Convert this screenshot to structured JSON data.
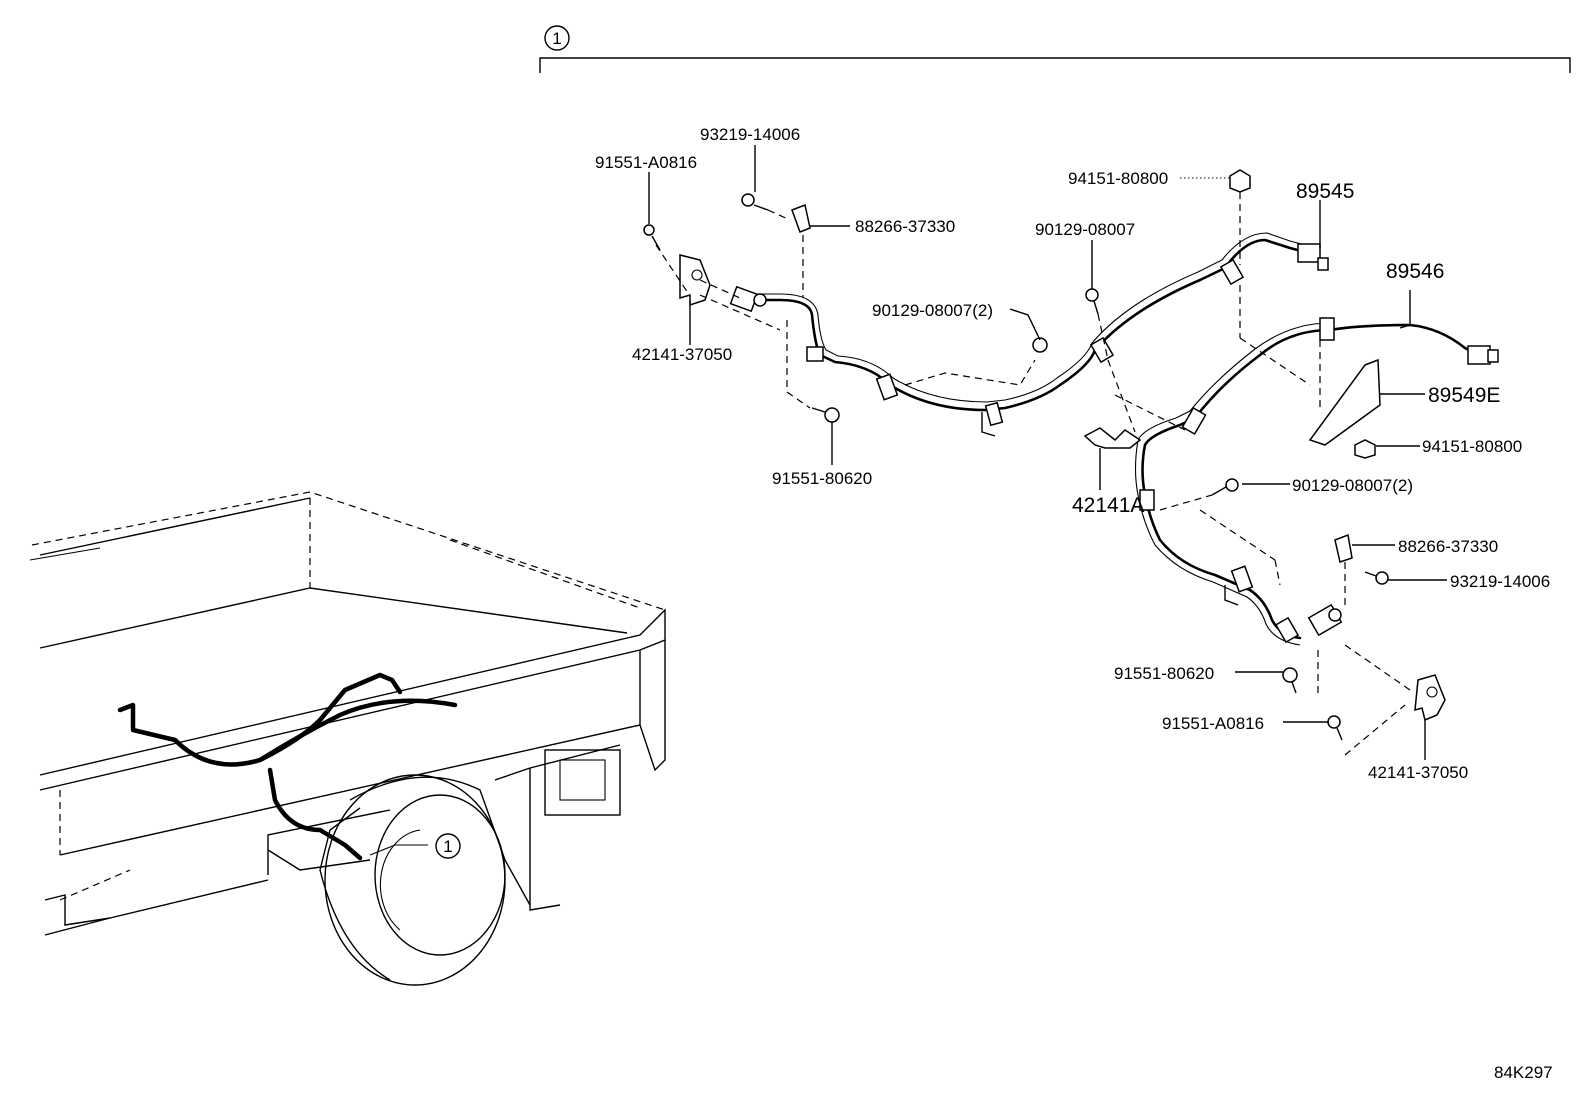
{
  "callout_marker": "1",
  "labels": {
    "p93219_14006_top": "93219-14006",
    "p91551_A0816_top": "91551-A0816",
    "p88266_37330_top": "88266-37330",
    "p42141_37050_left": "42141-37050",
    "p91551_80620_left": "91551-80620",
    "p90129_08007_2_mid": "90129-08007(2)",
    "p90129_08007": "90129-08007",
    "p94151_80800_top": "94151-80800",
    "p89545": "89545",
    "p89546": "89546",
    "p89549E": "89549E",
    "p94151_80800_right": "94151-80800",
    "p42141A": "42141A",
    "p90129_08007_2_right": "90129-08007(2)",
    "p88266_37330_right": "88266-37330",
    "p93219_14006_right": "93219-14006",
    "p91551_80620_right": "91551-80620",
    "p91551_A0816_right": "91551-A0816",
    "p42141_37050_right": "42141-37050"
  },
  "figure_code": "84K297"
}
